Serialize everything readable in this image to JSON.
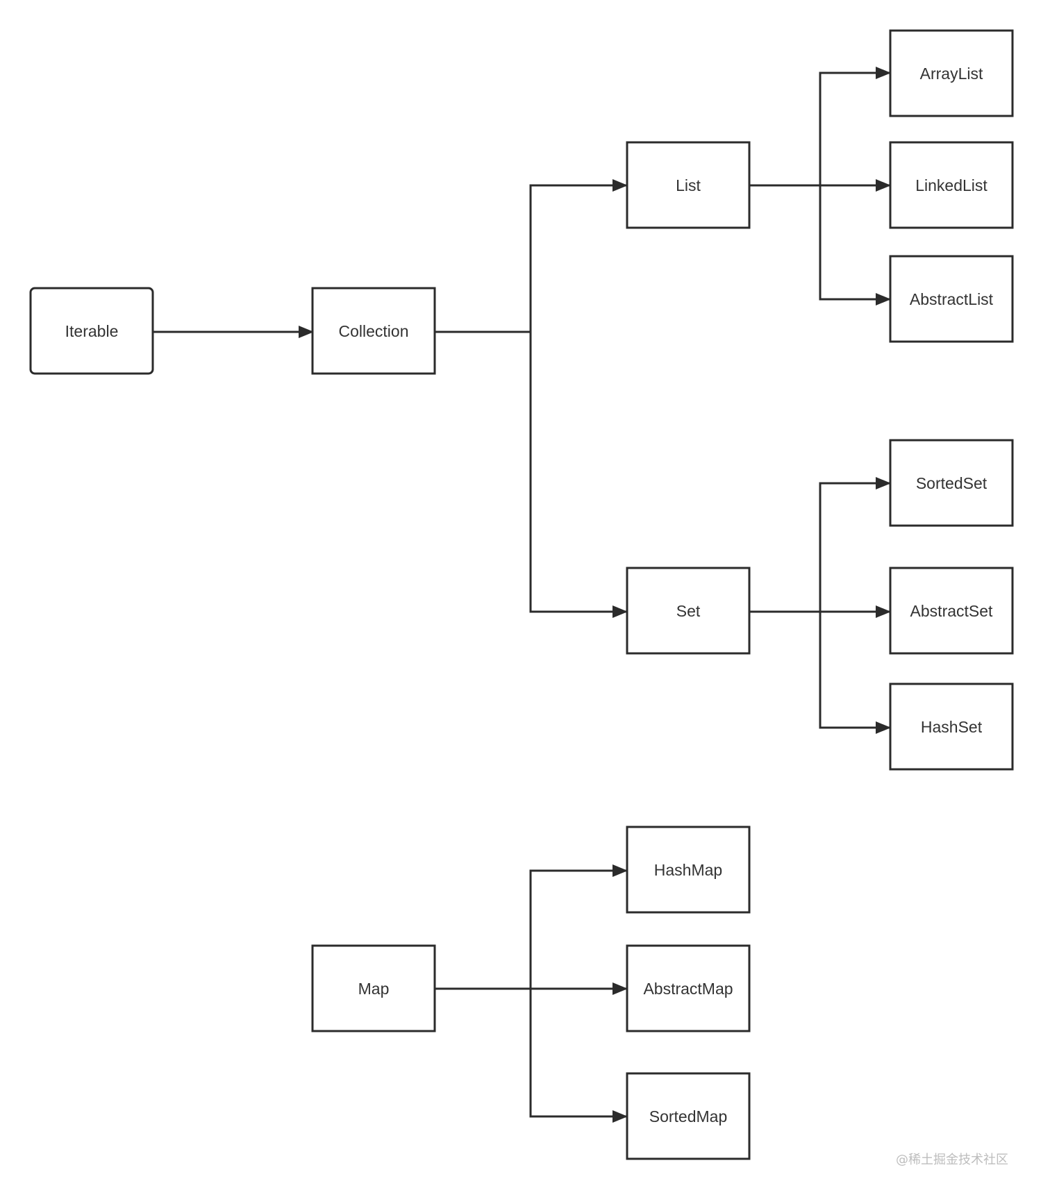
{
  "nodes": {
    "iterable": "Iterable",
    "collection": "Collection",
    "list": "List",
    "set": "Set",
    "arraylist": "ArrayList",
    "linkedlist": "LinkedList",
    "abstractlist": "AbstractList",
    "sortedset": "SortedSet",
    "abstractset": "AbstractSet",
    "hashset": "HashSet",
    "map": "Map",
    "hashmap": "HashMap",
    "abstractmap": "AbstractMap",
    "sortedmap": "SortedMap"
  },
  "edges": [
    [
      "iterable",
      "collection"
    ],
    [
      "collection",
      "list"
    ],
    [
      "collection",
      "set"
    ],
    [
      "list",
      "arraylist"
    ],
    [
      "list",
      "linkedlist"
    ],
    [
      "list",
      "abstractlist"
    ],
    [
      "set",
      "sortedset"
    ],
    [
      "set",
      "abstractset"
    ],
    [
      "set",
      "hashset"
    ],
    [
      "map",
      "hashmap"
    ],
    [
      "map",
      "abstractmap"
    ],
    [
      "map",
      "sortedmap"
    ]
  ],
  "colors": {
    "stroke": "#2b2b2b",
    "text": "#333333",
    "watermark": "#bdbdbd"
  },
  "watermark": "@稀土掘金技术社区"
}
